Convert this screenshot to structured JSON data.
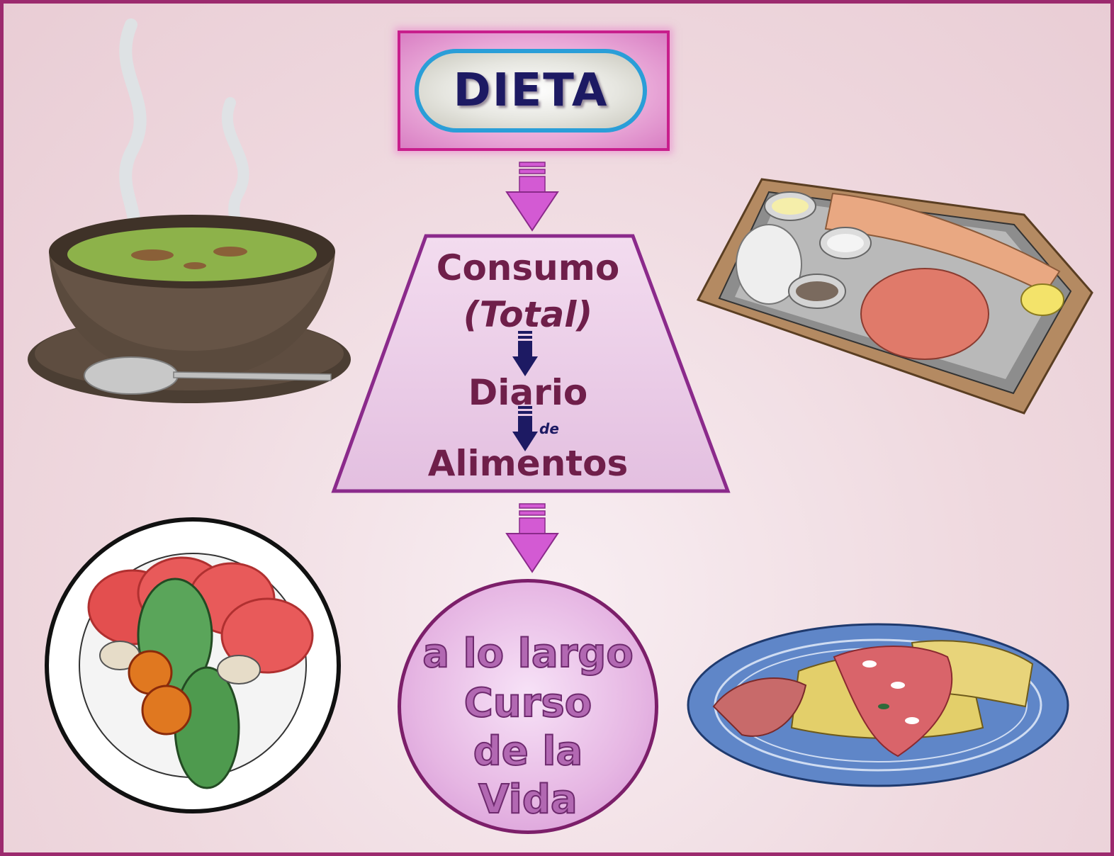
{
  "title": "DIETA",
  "trapezoid": {
    "line1": "Consumo",
    "line2": "(Total)",
    "line3": "Diario",
    "connector": "de",
    "line4": "Alimentos"
  },
  "circle": {
    "lines": [
      "a lo largo",
      "Curso",
      "de la",
      "Vida"
    ]
  },
  "colors": {
    "frame": "#9c2a6e",
    "title_border": "#c81e8c",
    "title_text": "#1d1a63",
    "arrow_fill": "#d35ad3",
    "trap_text": "#6f1f4a",
    "circle_text": "#b268b2"
  }
}
